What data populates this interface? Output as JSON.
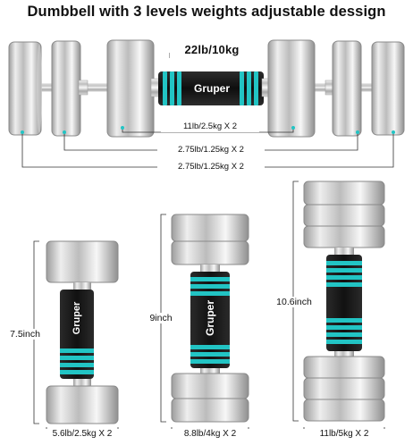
{
  "title": "Dumbbell with 3 levels weights adjustable dessign",
  "brand": "Gruper",
  "top_set": {
    "total": "22lb/10kg",
    "inner_plates": "11lb/2.5kg X 2",
    "middle_plates": "2.75lb/1.25kg X 2",
    "outer_plates": "2.75lb/1.25kg X 2"
  },
  "levels": [
    {
      "height": "7.5inch",
      "weight": "5.6lb/2.5kg X 2"
    },
    {
      "height": "9inch",
      "weight": "8.8lb/4kg X 2"
    },
    {
      "height": "10.6inch",
      "weight": "11lb/5kg X 2"
    }
  ],
  "colors": {
    "accent": "#22c4c4",
    "metal": "#c8c8c8",
    "grip": "#1a1a1a"
  }
}
